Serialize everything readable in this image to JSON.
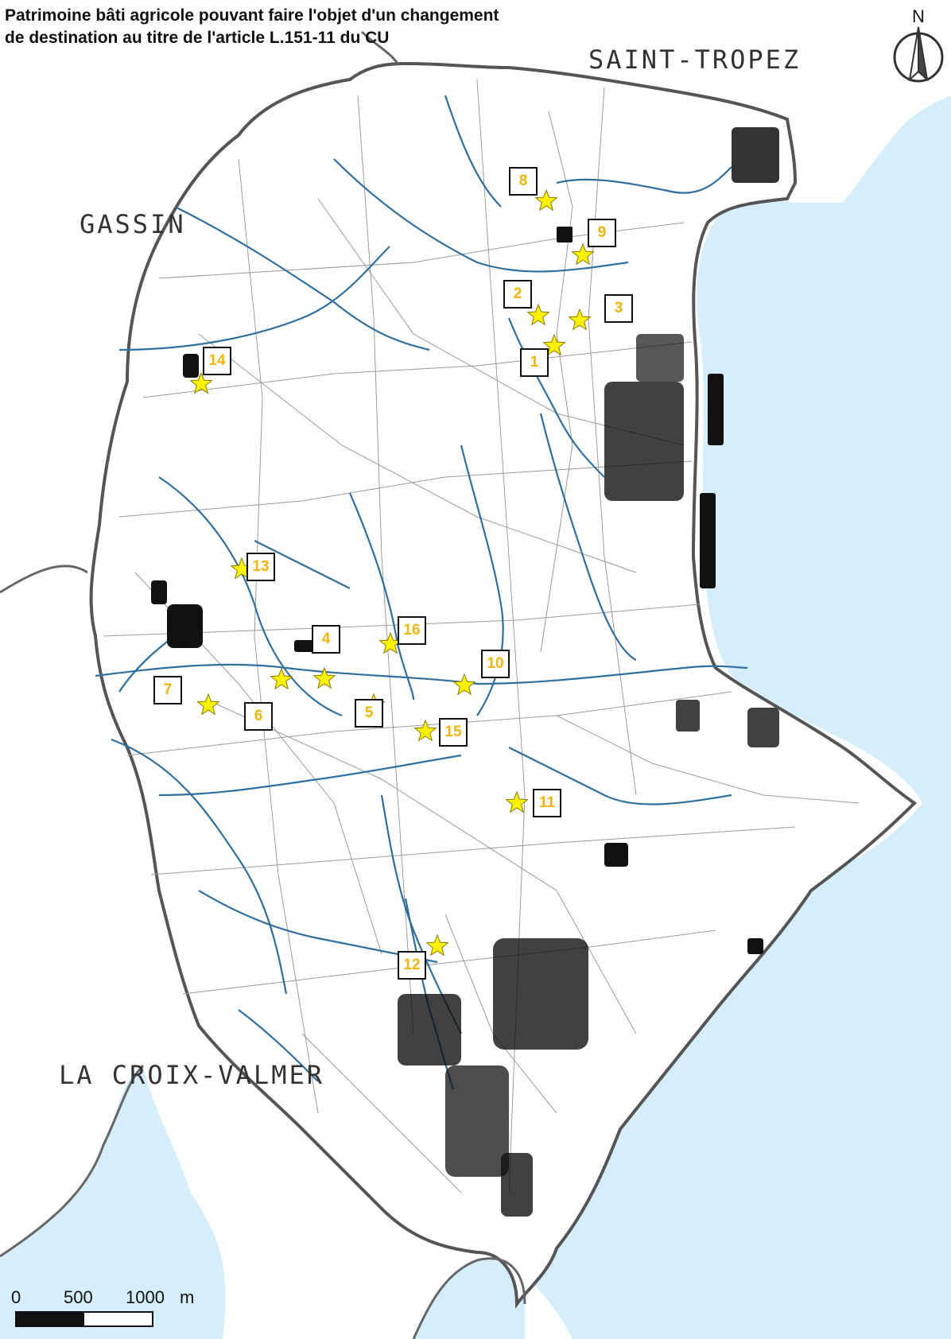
{
  "title_line1": "Patrimoine bâti agricole pouvant faire l'objet d'un changement",
  "title_line2": "de destination au titre de l'article L.151-11 du CU",
  "communes": {
    "saint_tropez": "SAINT-TROPEZ",
    "gassin": "GASSIN",
    "la_croix_valmer": "LA CROIX-VALMER"
  },
  "north_label": "N",
  "scale": {
    "t0": "0",
    "t1": "500",
    "t2": "1000",
    "unit": "m"
  },
  "markers": [
    "1",
    "2",
    "3",
    "4",
    "5",
    "6",
    "7",
    "8",
    "9",
    "10",
    "11",
    "12",
    "13",
    "14",
    "15",
    "16"
  ],
  "colors": {
    "sea": "#d5eefb",
    "river": "#2f6f9f",
    "star": "#fff200",
    "label_text": "#f2b705",
    "boundary": "#555555"
  },
  "icons": {
    "north": "north-arrow-icon",
    "marker": "star-icon"
  }
}
